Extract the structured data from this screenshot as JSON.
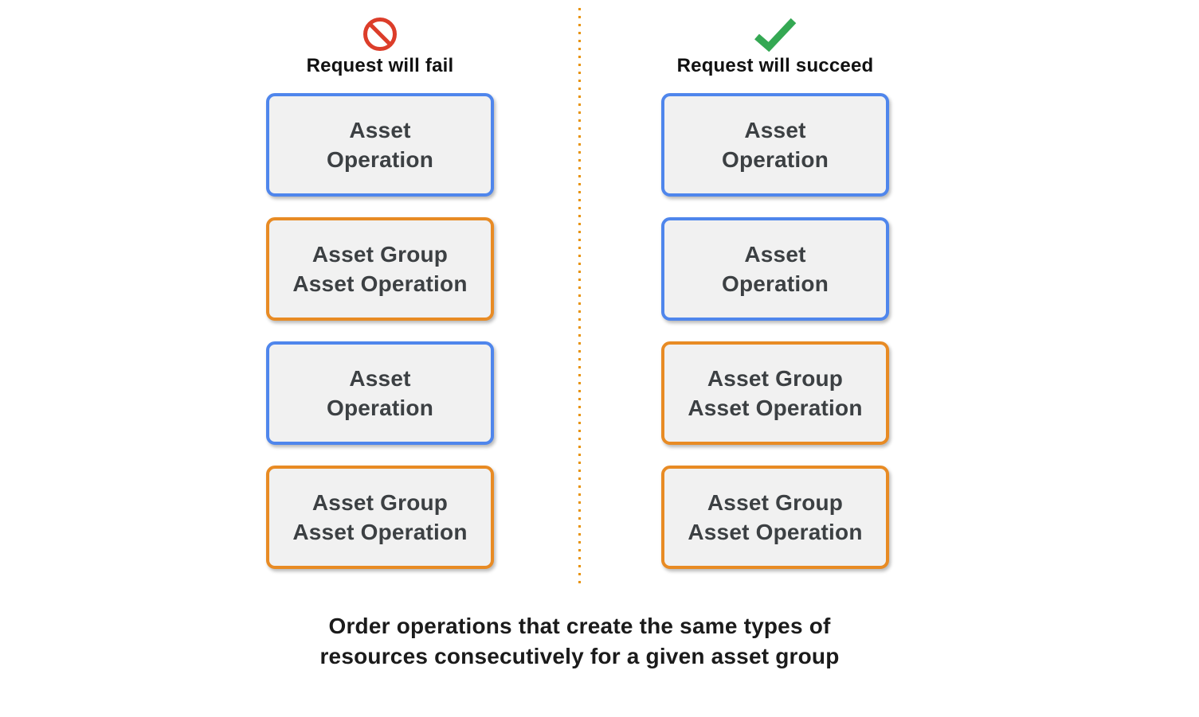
{
  "columns": [
    {
      "title": "Request will fail",
      "icon": "prohibition-icon",
      "boxes": [
        {
          "label": "Asset\nOperation",
          "type": "asset-operation",
          "border_color": "#4F86EC"
        },
        {
          "label": "Asset Group\nAsset Operation",
          "type": "asset-group-asset-operation",
          "border_color": "#E88B24"
        },
        {
          "label": "Asset\nOperation",
          "type": "asset-operation",
          "border_color": "#4F86EC"
        },
        {
          "label": "Asset Group\nAsset Operation",
          "type": "asset-group-asset-operation",
          "border_color": "#E88B24"
        }
      ]
    },
    {
      "title": "Request will succeed",
      "icon": "check-icon",
      "boxes": [
        {
          "label": "Asset\nOperation",
          "type": "asset-operation",
          "border_color": "#4F86EC"
        },
        {
          "label": "Asset\nOperation",
          "type": "asset-operation",
          "border_color": "#4F86EC"
        },
        {
          "label": "Asset Group\nAsset Operation",
          "type": "asset-group-asset-operation",
          "border_color": "#E88B24"
        },
        {
          "label": "Asset Group\nAsset Operation",
          "type": "asset-group-asset-operation",
          "border_color": "#E88B24"
        }
      ]
    }
  ],
  "caption": "Order operations that create the same types of\nresources consecutively for a given asset group",
  "colors": {
    "blue_border": "#4F86EC",
    "orange_border": "#E88B24",
    "box_background": "#F1F1F1",
    "box_text": "#3C4043",
    "fail_icon_red": "#DC3D2A",
    "success_icon_green": "#34A853",
    "divider_orange": "#E8930C",
    "heading_text": "#111111"
  }
}
